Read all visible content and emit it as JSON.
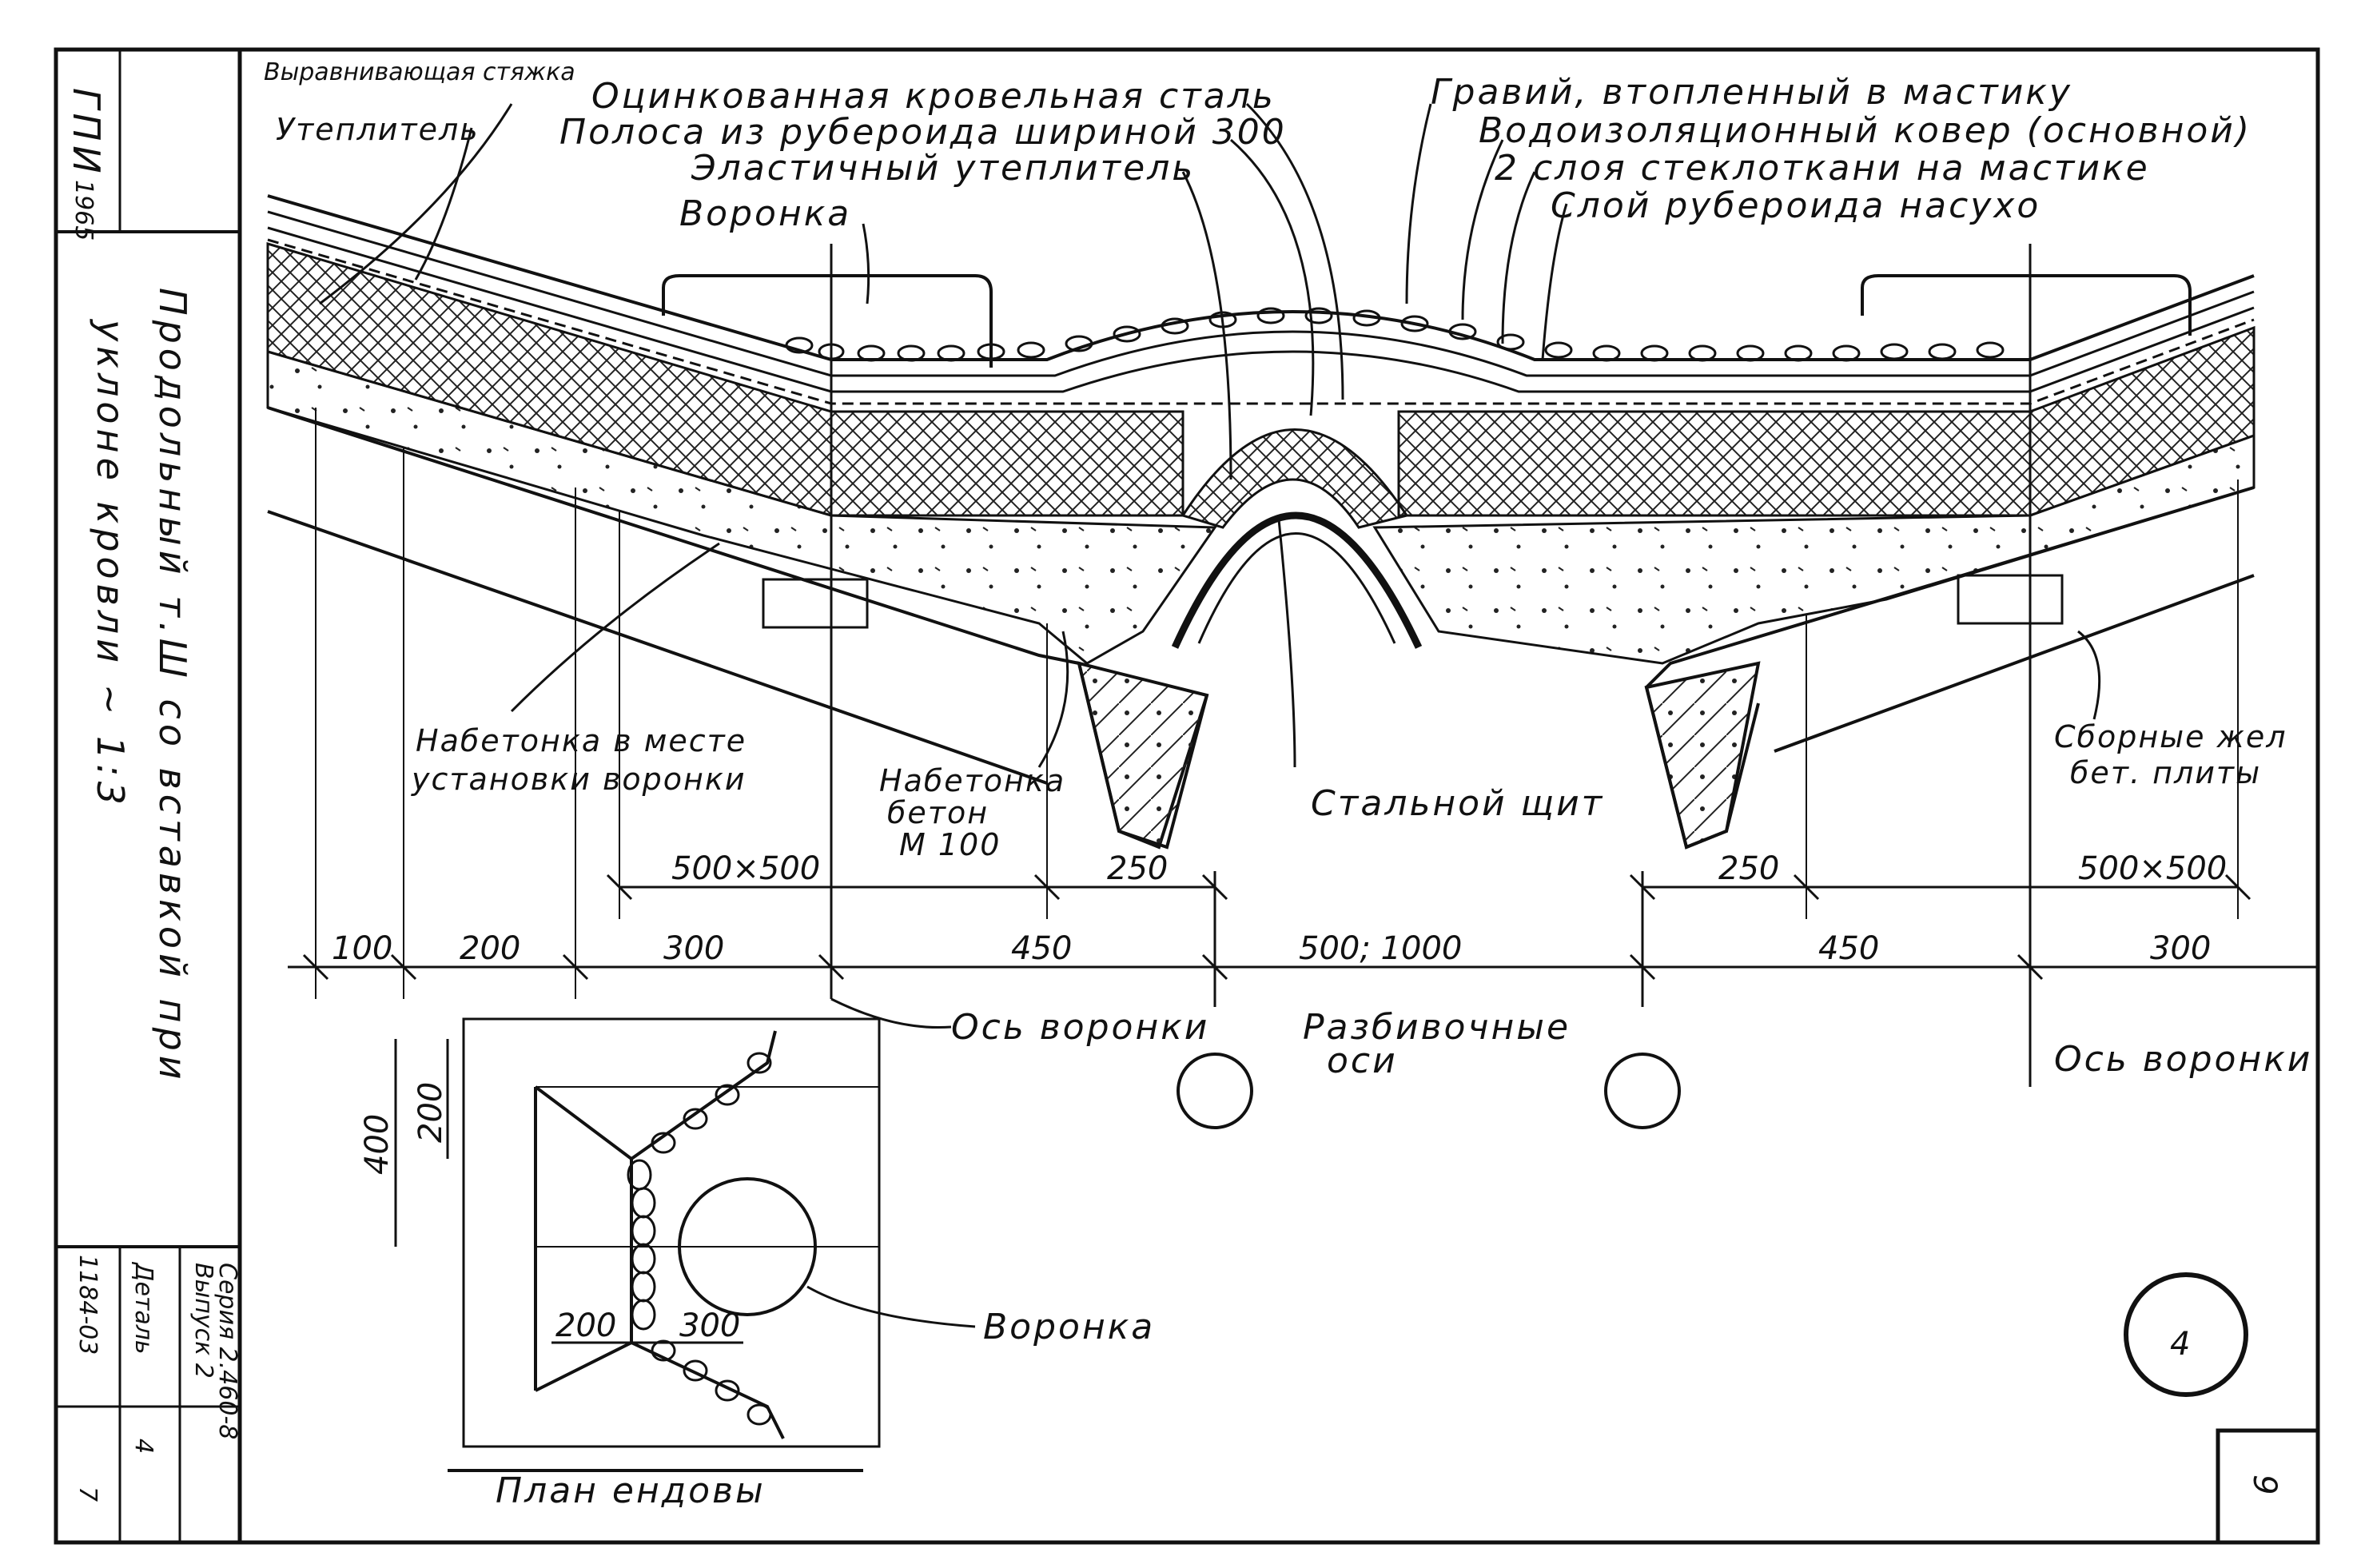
{
  "stamp": {
    "org": "ГПИ",
    "year": "1965",
    "title_line1": "Продольный т.Ш со вставкой при",
    "title_line2": "уклоне кровли ~ 1:3",
    "series": "Серия 2.460-8",
    "issue": "Выпуск 2",
    "detail_label": "Деталь",
    "detail_value": "4",
    "drawing_number": "1184-03",
    "sheet_bottom": "7"
  },
  "labels": {
    "leveling_screed": "Выравнивающая стяжка",
    "insulation_left": "Утеплитель",
    "galvanized_steel": "Оцинкованная кровельная сталь",
    "roofing_strip": "Полоса из рубероида шириной 300",
    "elastic_insulation": "Эластичный утеплитель",
    "funnel_top": "Воронка",
    "gravel": "Гравий, втопленный в мастику",
    "waterproof_carpet": "Водоизоляционный ковер (основной)",
    "fiberglass": "2 слоя стеклоткани на мастике",
    "dry_roofing": "Слой рубероида насухо",
    "concrete_fill_line1": "Набетонка в месте",
    "concrete_fill_line2": "установки воронки",
    "concrete_line1": "Набетонка",
    "concrete_line2": "бетон",
    "concrete_line3": "М 100",
    "steel_shield": "Стальной щит",
    "precast_line1": "Сборные жел",
    "precast_line2": "бет. плиты",
    "funnel_axis_left": "Ось воронки",
    "marking_axes_line1": "Разбивочные",
    "marking_axes_line2": "оси",
    "funnel_axis_right": "Ось воронки",
    "valley_plan": "План ендовы",
    "funnel_plan": "Воронка",
    "detail_marker": "4",
    "sheet_number": "9"
  },
  "dimensions": {
    "upper_left": "500×500",
    "upper_left_250": "250",
    "upper_right_250": "250",
    "upper_right": "500×500",
    "d100": "100",
    "d200": "200",
    "d300_left": "300",
    "d450_left": "450",
    "d500_1000": "500; 1000",
    "d450_right": "450",
    "d300_right": "300",
    "plan_400": "400",
    "plan_200_top": "200",
    "plan_200_bottom": "200",
    "plan_300": "300"
  }
}
